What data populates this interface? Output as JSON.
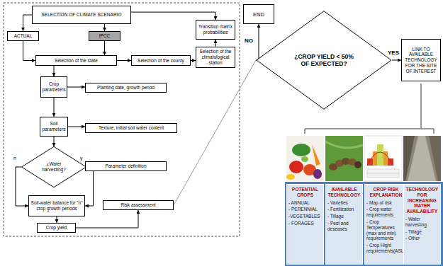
{
  "diagram": {
    "nodes": [
      {
        "text": [
          "SELECTION OF CLIMATE SCENARIO"
        ]
      },
      {
        "text": [
          "ACTUAL"
        ]
      },
      {
        "text": [
          "IPCC"
        ]
      },
      {
        "text": [
          "Selection of the state"
        ]
      },
      {
        "text": [
          "Selection of the county"
        ]
      },
      {
        "text": [
          "Selection of the climatological station"
        ]
      },
      {
        "text": [
          "Transition matrix probabilities"
        ]
      },
      {
        "text": [
          "Crop parameters"
        ]
      },
      {
        "text": [
          "Planting date, growth period"
        ]
      },
      {
        "text": [
          "Soil parameters"
        ]
      },
      {
        "text": [
          "Texture, initial soil water content"
        ]
      },
      {
        "text": [
          "¿Water harvesting?"
        ]
      },
      {
        "text": [
          "Parameter definition"
        ]
      },
      {
        "text": [
          "Soil-water balance for \"n\" crop growth periods"
        ]
      },
      {
        "text": [
          "Risk assessment"
        ]
      },
      {
        "text": [
          "Crop yield"
        ]
      },
      {
        "text": [
          "END"
        ]
      },
      {
        "text": [
          "¿CROP YIELD < 50% OF EXPECTED?"
        ]
      },
      {
        "text": [
          "LINK TO AVAILABLE TECHNOLOGY FOR THE SITE OF INTEREST"
        ]
      },
      {
        "text": [
          "POTENTIAL CROPS",
          "- ANNUAL",
          "- PERENNIAL",
          "-VEGETABLES",
          "- FORAGES"
        ]
      },
      {
        "text": [
          "AVAILABLE TECHNOLOGY",
          "- Varieties",
          "- Fertilization",
          "- Tillage",
          "- Pest and deseases"
        ]
      },
      {
        "text": [
          "CROP RISK EXPLANATION",
          "- Map of risk",
          "- Crop water requirements",
          "- Crop Temperatures (max and min) requirements",
          "- Crop Hight requirements(ASL)"
        ]
      },
      {
        "text": [
          "TECHNOLOGY FOR INCREASING WATER AVAILABILITY",
          "- Water harvesting",
          "- Tillage",
          "- Other"
        ]
      }
    ],
    "edges": [
      {
        "from": 0,
        "to": 1,
        "arrow": "to"
      },
      {
        "from": 0,
        "to": 2,
        "arrow": "to"
      },
      {
        "from": 1,
        "to": 3,
        "arrow": "to"
      },
      {
        "from": 2,
        "to": 3,
        "arrow": "to"
      },
      {
        "from": 3,
        "to": 4,
        "arrow": "to"
      },
      {
        "from": 4,
        "to": 5,
        "arrow": "to"
      },
      {
        "from": 5,
        "to": 6,
        "arrow": "to"
      },
      {
        "from": 0,
        "to": 6,
        "arrow": "to"
      },
      {
        "from": 3,
        "to": 7,
        "arrow": "to"
      },
      {
        "from": 7,
        "to": 8,
        "arrow": "to"
      },
      {
        "from": 7,
        "to": 9,
        "arrow": "to"
      },
      {
        "from": 9,
        "to": 10,
        "arrow": "to"
      },
      {
        "from": 9,
        "to": 11,
        "arrow": "to"
      },
      {
        "from": 11,
        "to": 12,
        "label": "y",
        "arrow": "to"
      },
      {
        "from": 11,
        "to": 13,
        "label": "n",
        "arrow": "to"
      },
      {
        "from": 12,
        "to": 13,
        "arrow": "to"
      },
      {
        "from": 13,
        "to": 15,
        "arrow": "to"
      },
      {
        "from": 15,
        "to": 14,
        "arrow": "to"
      },
      {
        "from": 14,
        "to": 17,
        "arrow": "none"
      },
      {
        "from": 17,
        "to": 16,
        "label": "NO",
        "arrow": "to"
      },
      {
        "from": 17,
        "to": 18,
        "label": "YES",
        "arrow": "to"
      }
    ]
  }
}
